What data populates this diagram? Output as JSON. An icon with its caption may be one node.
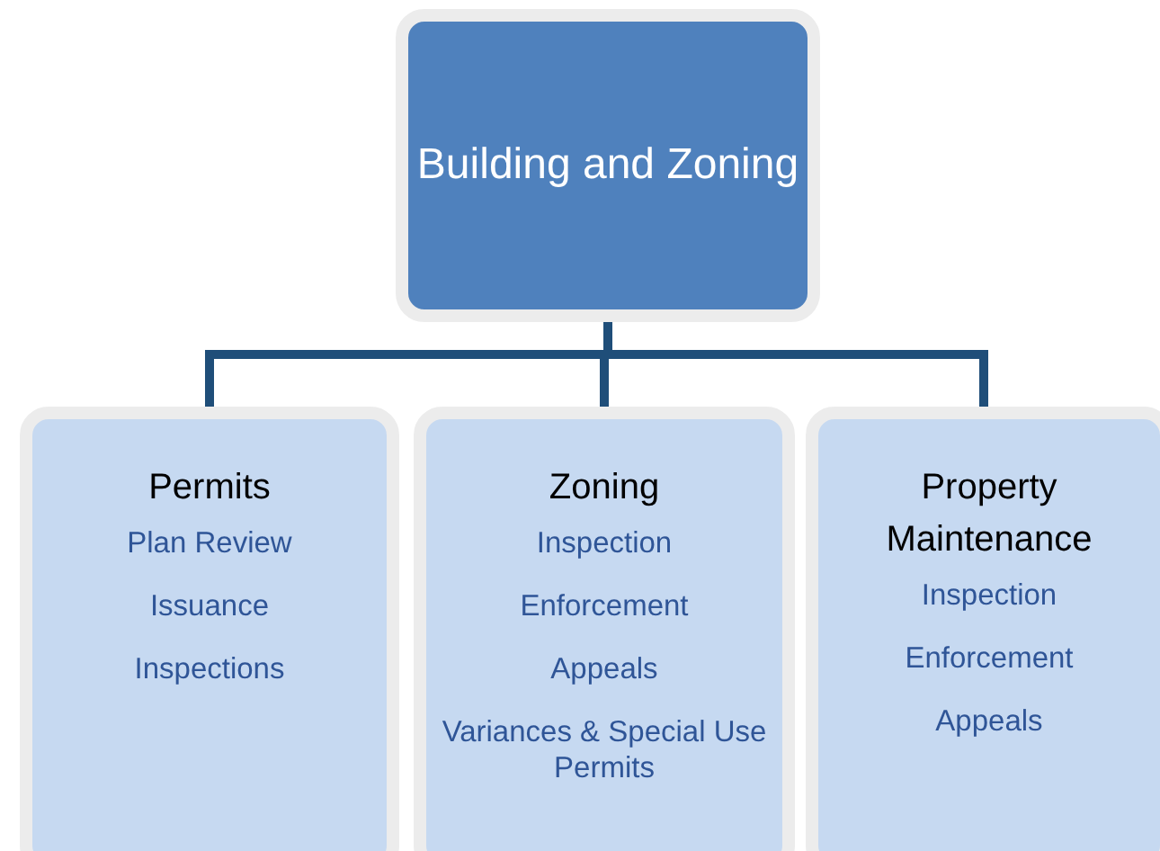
{
  "diagram": {
    "nodes": [
      {
        "text": [
          "Building and Zoning"
        ]
      },
      {
        "text": [
          "Permits",
          "Plan Review",
          "Issuance",
          "Inspections"
        ]
      },
      {
        "text": [
          "Zoning",
          "Inspection",
          "Enforcement",
          "Appeals",
          "Variances & Special Use Permits"
        ]
      },
      {
        "text": [
          "Property Maintenance",
          "Inspection",
          "Enforcement",
          "Appeals"
        ]
      }
    ],
    "edges": [
      {
        "from": 0,
        "to": 1,
        "arrow": "none"
      },
      {
        "from": 0,
        "to": 2,
        "arrow": "none"
      },
      {
        "from": 0,
        "to": 3,
        "arrow": "none"
      }
    ]
  }
}
